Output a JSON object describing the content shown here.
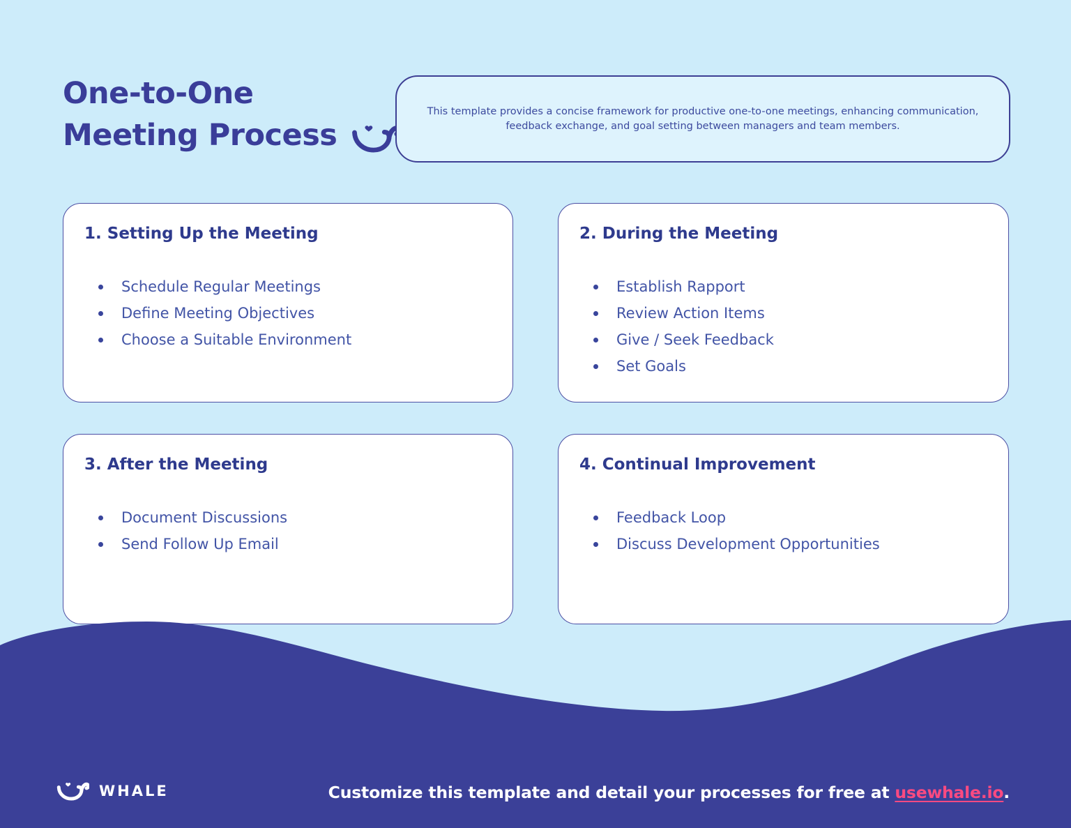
{
  "colors": {
    "background": "#cdecfa",
    "navy": "#3d3f94",
    "title": "#3a3d99",
    "card_heading": "#2e3a8d",
    "bullet_text": "#4254a6",
    "card_border": "#4b4ea3",
    "description_fill": "#def3fd",
    "footer_wave": "#3b4098",
    "link_pink": "#fa4a81",
    "card_background": "#ffffff"
  },
  "header": {
    "title_line1": "One-to-One",
    "title_line2": "Meeting Process",
    "description_line1": "This template provides a concise framework for productive one-to-one meetings, enhancing communication,",
    "description_line2": "feedback exchange, and goal setting between managers and team members."
  },
  "cards": [
    {
      "title": "1. Setting Up the Meeting",
      "items": [
        "Schedule Regular Meetings",
        "Define Meeting Objectives",
        "Choose a Suitable Environment"
      ]
    },
    {
      "title": "2. During the Meeting",
      "items": [
        "Establish Rapport",
        "Review Action Items",
        "Give / Seek Feedback",
        "Set Goals"
      ]
    },
    {
      "title": "3. After the Meeting",
      "items": [
        "Document Discussions",
        "Send Follow Up Email"
      ]
    },
    {
      "title": "4. Continual Improvement",
      "items": [
        "Feedback Loop",
        "Discuss Development Opportunities"
      ]
    }
  ],
  "footer": {
    "brand": "WHALE",
    "message_prefix": "Customize this template and detail your processes for free at ",
    "link_text": "usewhale.io",
    "message_suffix": "."
  }
}
